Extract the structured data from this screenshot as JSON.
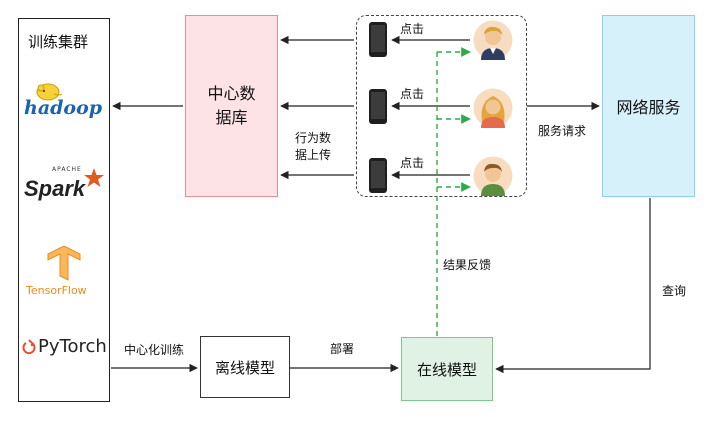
{
  "cluster": {
    "title": "训练集群",
    "logos": [
      {
        "name": "hadoop",
        "text": "hadoop"
      },
      {
        "name": "spark",
        "tag": "APACHE",
        "text": "Spark"
      },
      {
        "name": "tensorflow",
        "text": "TensorFlow"
      },
      {
        "name": "pytorch",
        "text": "PyTorch"
      }
    ]
  },
  "nodes": {
    "central_db": "中心数\n据库",
    "web_service": "网络服务",
    "offline_model": "离线模型",
    "online_model": "在线模型"
  },
  "labels": {
    "click": "点击",
    "upload": "行为数\n据上传",
    "service_request": "服务请求",
    "feedback": "结果反馈",
    "query": "查询",
    "centralized_training": "中心化训练",
    "deploy": "部署"
  },
  "colors": {
    "db_fill": "#fde2e6",
    "db_border": "#f08a9a",
    "web_fill": "#d7f1fb",
    "web_border": "#86d1ee",
    "online_fill": "#dff2e3",
    "online_border": "#7cc98c",
    "feedback": "#2eaa4a",
    "arrow": "#222222"
  }
}
